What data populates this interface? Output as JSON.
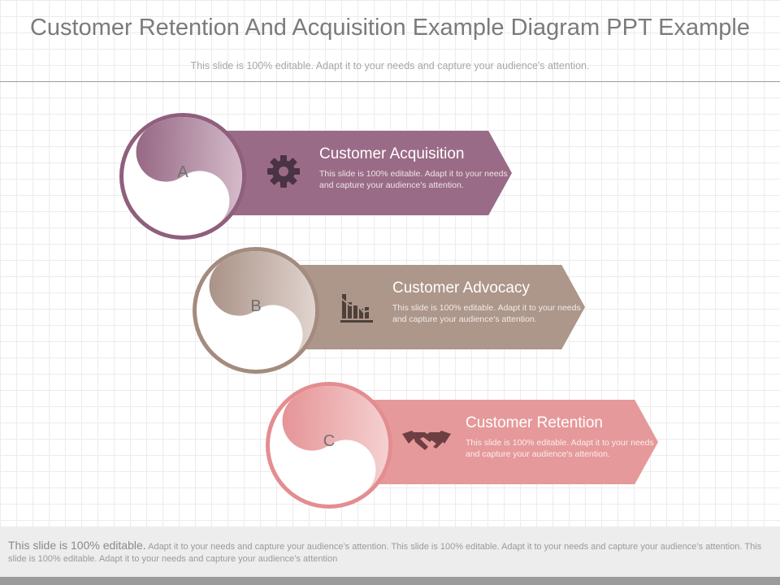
{
  "header": {
    "title": "Customer Retention And Acquisition Example Diagram PPT Example",
    "subtitle": "This slide is 100% editable. Adapt it to your needs and capture your audience's attention."
  },
  "items": [
    {
      "letter": "A",
      "title": "Customer Acquisition",
      "description": "This slide is 100% editable. Adapt it to your needs and capture your audience's attention.",
      "icon": "gear-icon",
      "color": "#9a6b86",
      "light": "#ddc6d3"
    },
    {
      "letter": "B",
      "title": "Customer Advocacy",
      "description": "This slide is 100% editable. Adapt it to your needs and capture your audience's attention.",
      "icon": "bar-chart-icon",
      "color": "#ad968a",
      "light": "#e6dcd6"
    },
    {
      "letter": "C",
      "title": "Customer Retention",
      "description": "This slide is 100% editable. Adapt it to your needs and capture your audience's attention.",
      "icon": "handshake-icon",
      "color": "#e6999a",
      "light": "#f6d6d6"
    }
  ],
  "footer": {
    "lead": "This slide is 100% editable.",
    "text": "Adapt it to your needs and capture your audience’s attention. This slide is 100% editable. Adapt it to your needs and capture your audience’s attention. This slide is 100% editable. Adapt it to your needs and capture your audience’s attention"
  }
}
